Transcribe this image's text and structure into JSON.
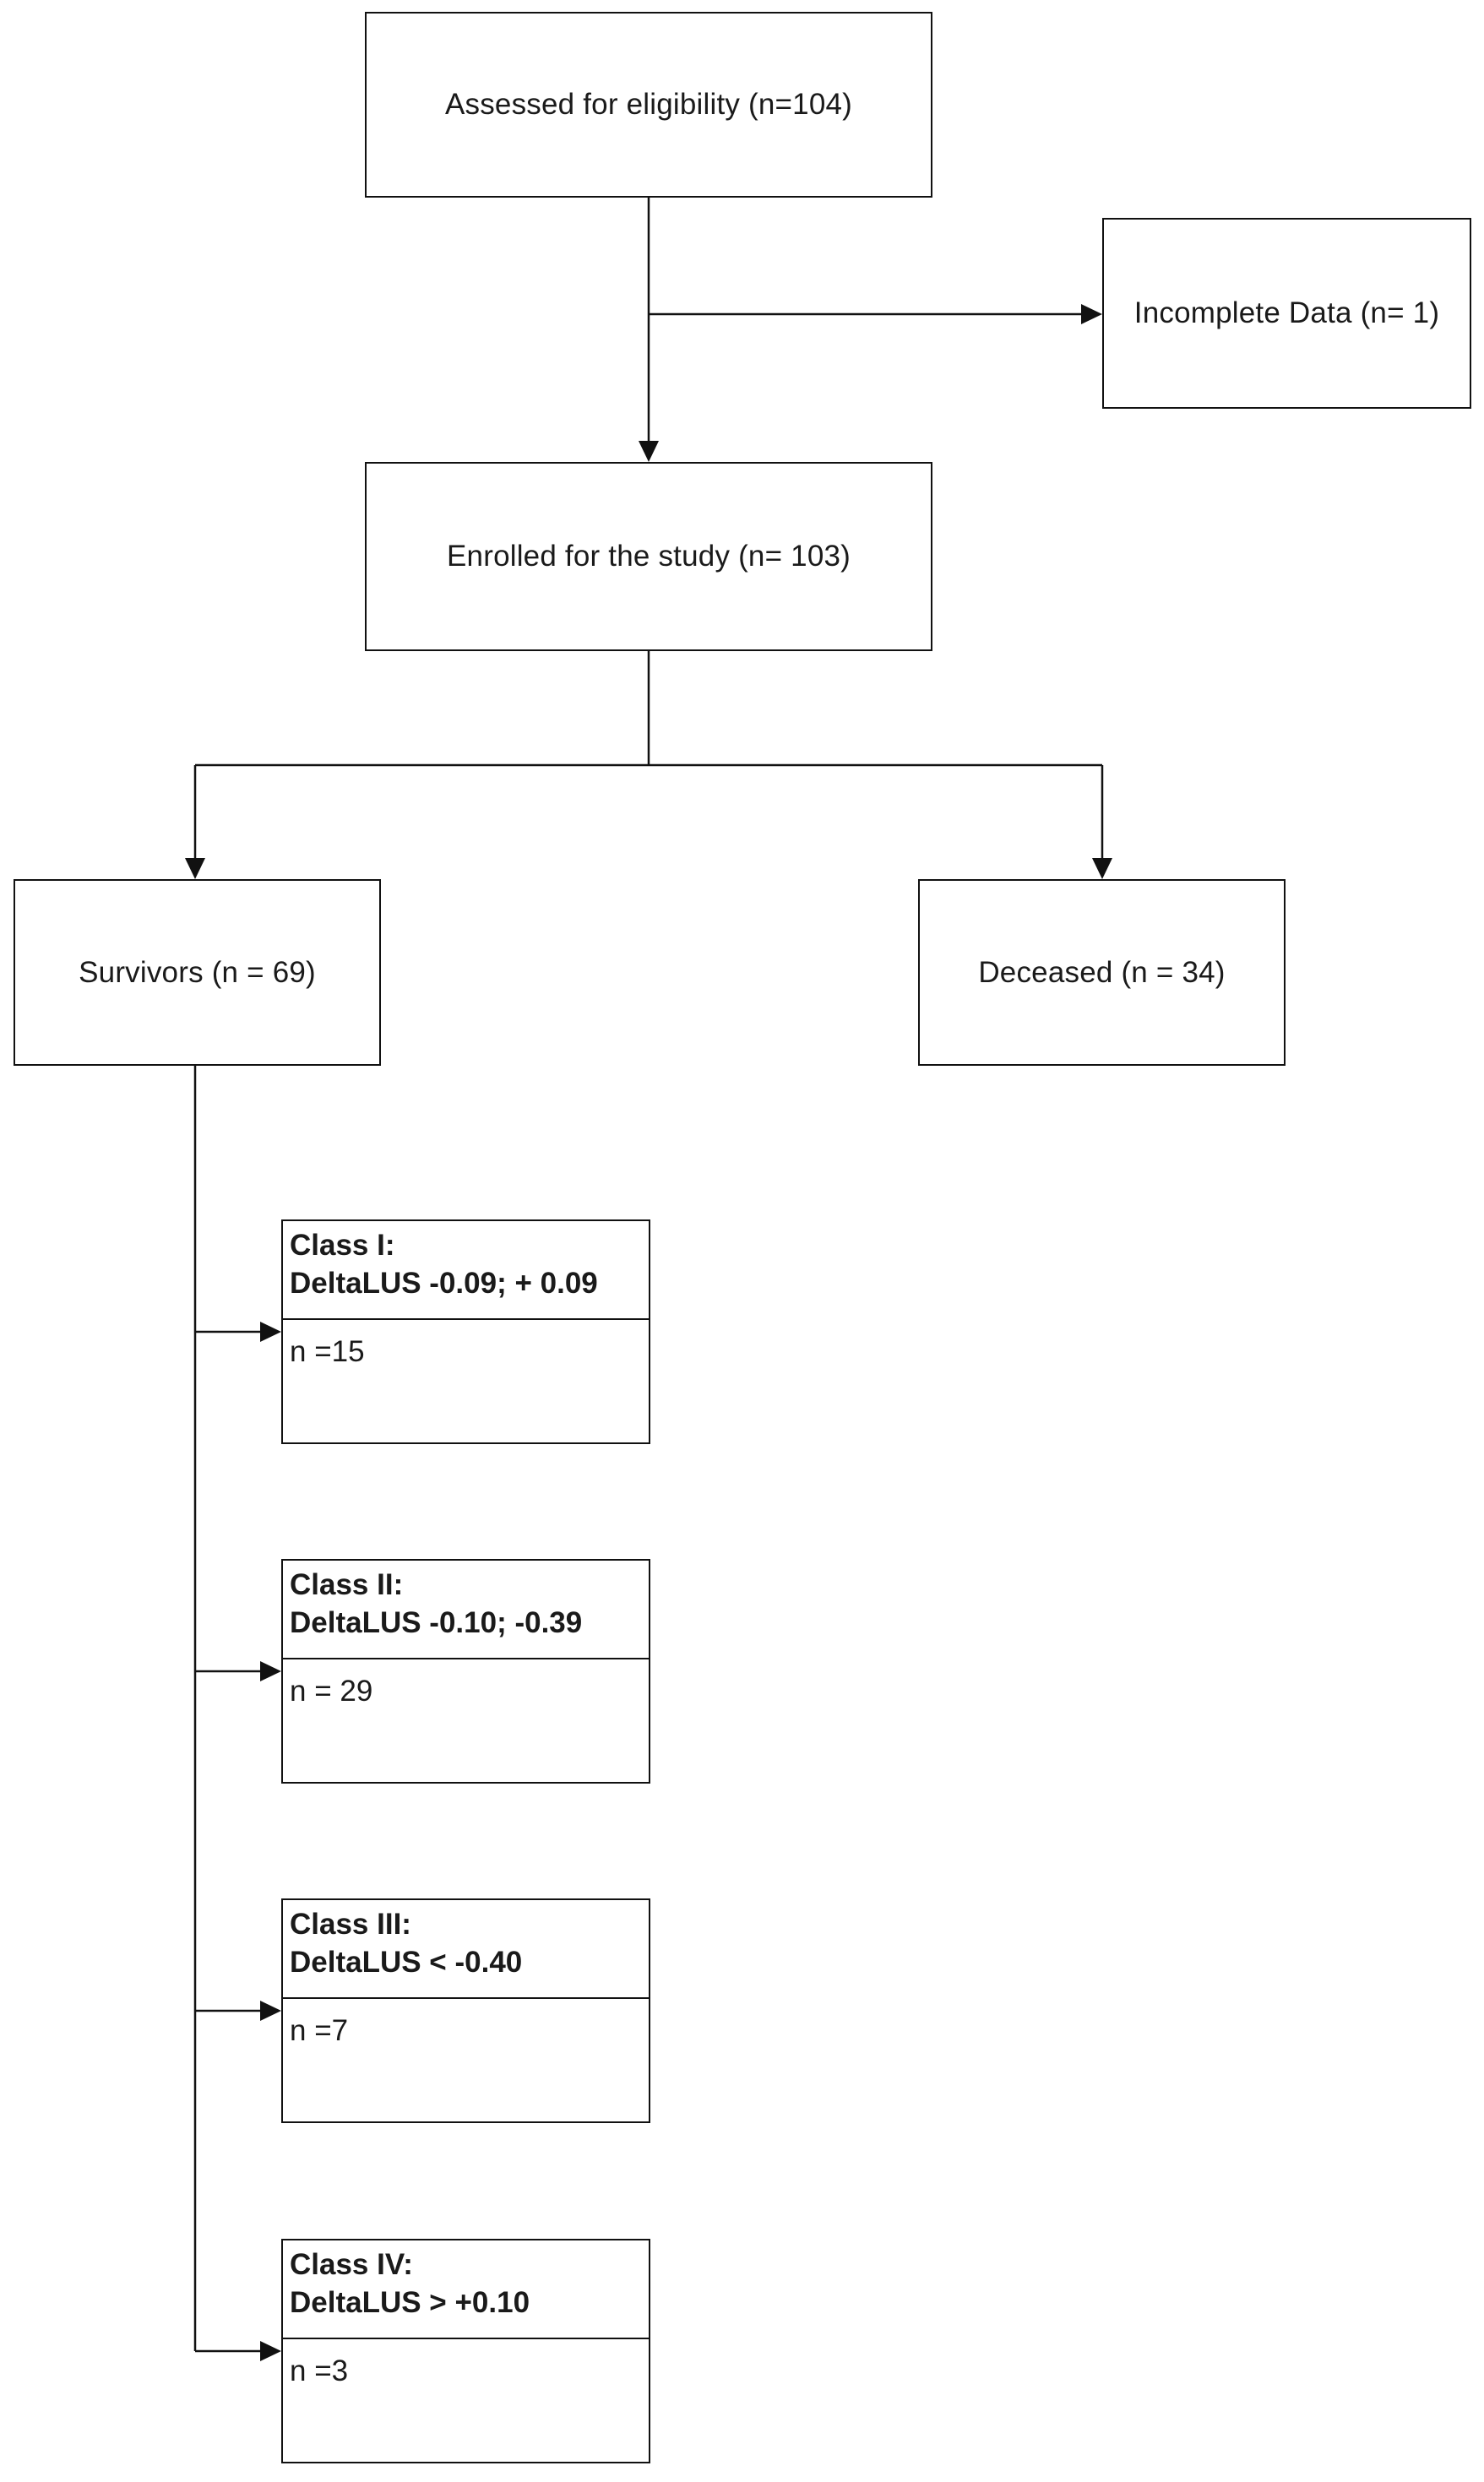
{
  "flow": {
    "assessed": "Assessed for eligibility (n=104)",
    "incomplete": "Incomplete Data (n= 1)",
    "enrolled": "Enrolled for the study (n= 103)",
    "survivors": "Survivors (n = 69)",
    "deceased": "Deceased (n = 34)"
  },
  "classes": [
    {
      "title": "Class I:",
      "range": "DeltaLUS -0.09; + 0.09",
      "count": "n =15"
    },
    {
      "title": "Class II:",
      "range": "DeltaLUS -0.10; -0.39",
      "count": "n = 29"
    },
    {
      "title": "Class III:",
      "range": "DeltaLUS < -0.40",
      "count": "n =7"
    },
    {
      "title": "Class IV:",
      "range": "DeltaLUS > +0.10",
      "count": "n =3"
    }
  ]
}
